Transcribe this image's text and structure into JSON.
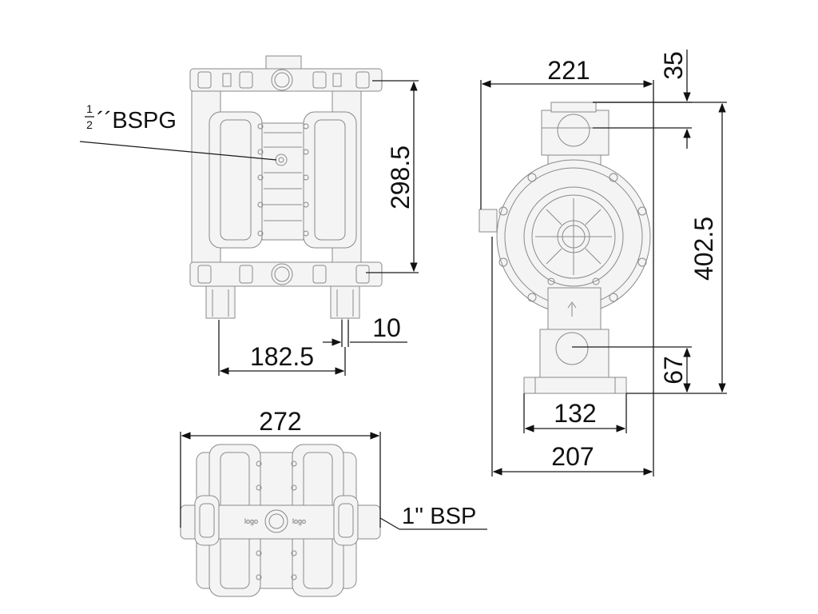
{
  "dimensions": {
    "top_height": "298.5",
    "port_offset": "10",
    "top_width": "182.5",
    "side_total_width": "221",
    "side_top_offset": "35",
    "side_total_height": "402.5",
    "side_bottom_offset": "67",
    "side_base_width": "132",
    "side_overall_width": "207",
    "bottom_width": "272"
  },
  "labels": {
    "air_inlet_num": "1",
    "air_inlet_den": "2",
    "air_inlet_thread": "´´BSPG",
    "port_thread": "1'' BSP",
    "logo_left": "logo",
    "logo_right": "logo"
  }
}
